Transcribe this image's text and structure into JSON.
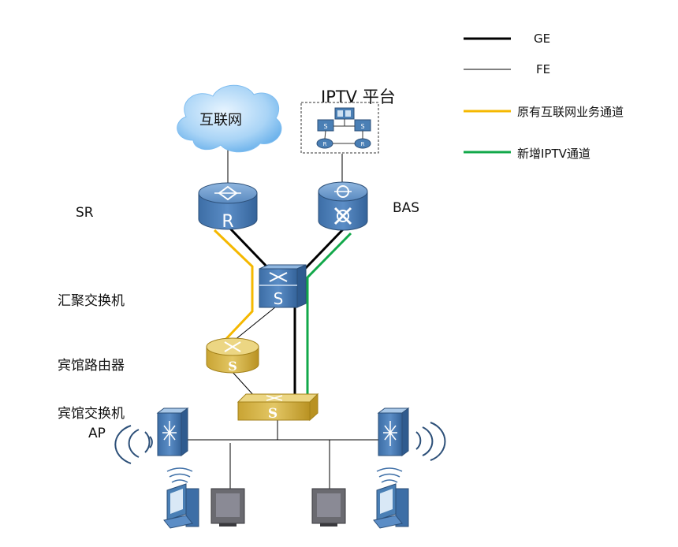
{
  "legend": {
    "ge": "GE",
    "fe": "FE",
    "internet_path": "原有互联网业务通道",
    "iptv_path": "新增IPTV通道"
  },
  "colors": {
    "ge_line": "#000000",
    "fe_line": "#000000",
    "internet_path": "#f5b800",
    "iptv_path": "#12a84a",
    "device_blue": "#4a7fb5",
    "device_gold": "#d4b449",
    "cloud": "#6fb6ee"
  },
  "nodes": {
    "internet_cloud": "互联网",
    "iptv_platform": "IPTV 平台",
    "sr": "SR",
    "bas": "BAS",
    "aggregation_switch": "汇聚交换机",
    "hotel_router": "宾馆路由器",
    "hotel_switch": "宾馆交换机",
    "ap": "AP"
  },
  "icons": {
    "router": "router-icon",
    "bas": "bas-icon",
    "switch": "switch-icon",
    "access_point": "access-point-icon",
    "computer": "computer-icon",
    "tv": "tv-icon"
  }
}
